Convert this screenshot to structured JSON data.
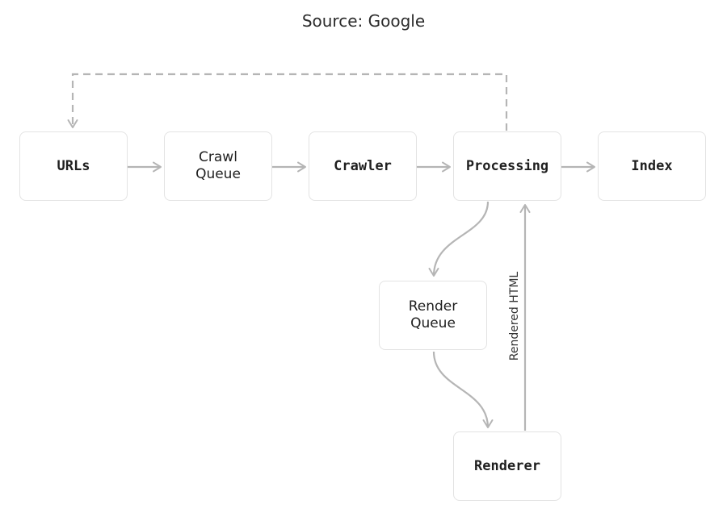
{
  "caption": "Source: Google",
  "nodes": {
    "urls": "URLs",
    "crawl_queue": "Crawl\nQueue",
    "crawler": "Crawler",
    "processing": "Processing",
    "index": "Index",
    "render_queue": "Render\nQueue",
    "renderer": "Renderer"
  },
  "edge_labels": {
    "rendered_html": "Rendered HTML"
  },
  "colors": {
    "arrow": "#b5b5b5",
    "node_border": "#e3e3e3"
  }
}
